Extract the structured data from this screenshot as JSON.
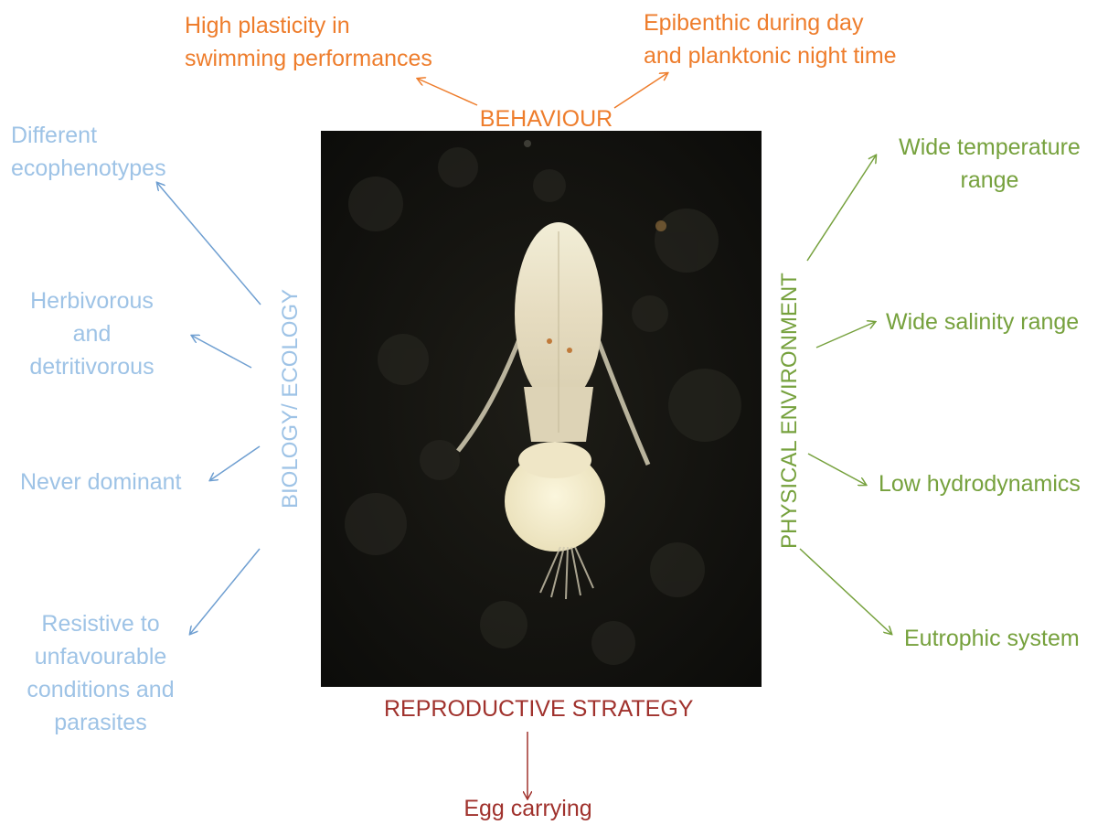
{
  "behaviour": {
    "heading": "BEHAVIOUR",
    "items": [
      [
        "High plasticity in",
        "swimming performances"
      ],
      [
        "Epibenthic during day",
        "and planktonic night time"
      ]
    ]
  },
  "biology": {
    "heading": "BIOLOGY/ ECOLOGY",
    "items": [
      [
        "Different",
        "ecophenotypes"
      ],
      [
        "Herbivorous",
        "and",
        "detritivorous"
      ],
      [
        "Never dominant"
      ],
      [
        "Resistive to",
        "unfavourable",
        "conditions and",
        "parasites"
      ]
    ]
  },
  "physical": {
    "heading": "PHYSICAL ENVIRONMENT",
    "items": [
      [
        "Wide temperature",
        "range"
      ],
      [
        "Wide salinity range"
      ],
      [
        "Low hydrodynamics"
      ],
      [
        "Eutrophic system"
      ]
    ]
  },
  "reproductive": {
    "heading": "REPRODUCTIVE STRATEGY",
    "items": [
      [
        "Egg carrying"
      ]
    ]
  },
  "colors": {
    "behaviour": "#ee7d2c",
    "biology": "#9ec3e6",
    "biology_arrow": "#6f9fd1",
    "physical": "#76a13d",
    "reproductive": "#a0322d"
  }
}
